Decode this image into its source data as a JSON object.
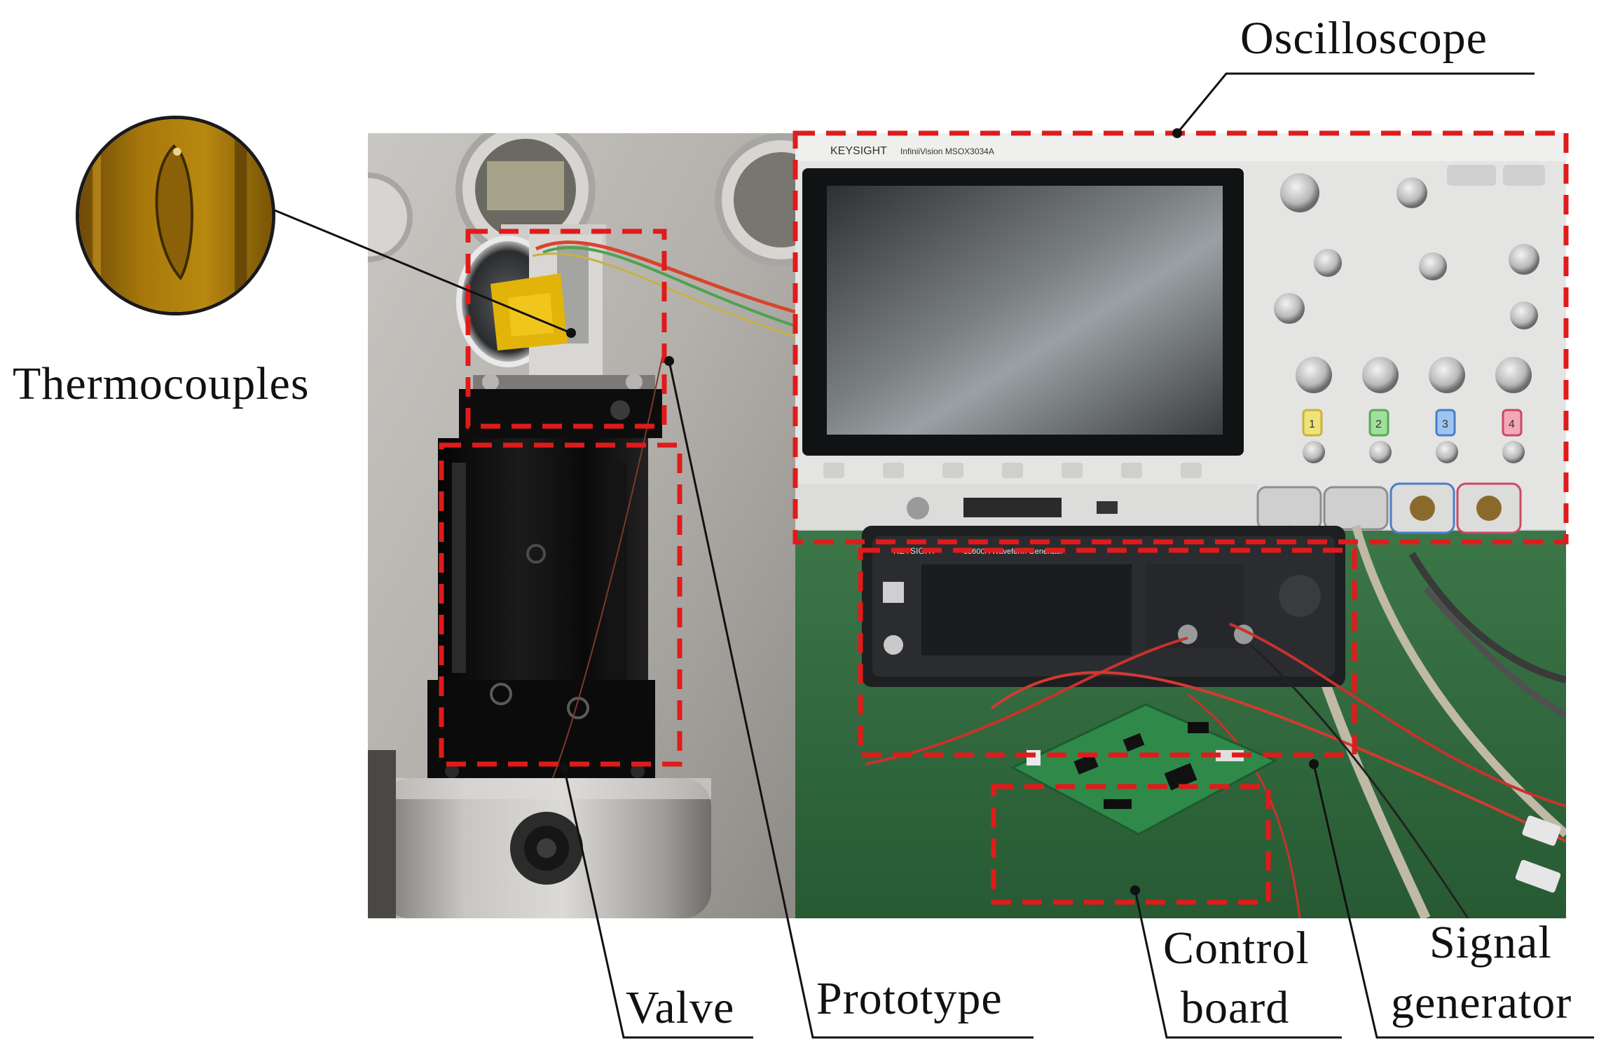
{
  "labels": {
    "oscilloscope": "Oscilloscope",
    "thermocouples": "Thermocouples",
    "valve": "Valve",
    "prototype": "Prototype",
    "control_board_line1": "Control",
    "control_board_line2": "board",
    "signal_generator_line1": "Signal",
    "signal_generator_line2": "generator"
  },
  "device_text": {
    "scope_brand": "KEYSIGHT",
    "scope_model": "InfiniiVision MSOX3034A",
    "generator_brand": "KEYSIGHT",
    "generator_model": "33600A Waveform Generator",
    "channel_1": "1",
    "channel_2": "2",
    "channel_3": "3",
    "channel_4": "4"
  },
  "colors": {
    "highlight_box": "#e01b1b",
    "leader_line": "#111111",
    "bench_green": "#2f6a3c",
    "scope_body": "#e4e4e2",
    "prototype_body": "#0c0c0c"
  }
}
